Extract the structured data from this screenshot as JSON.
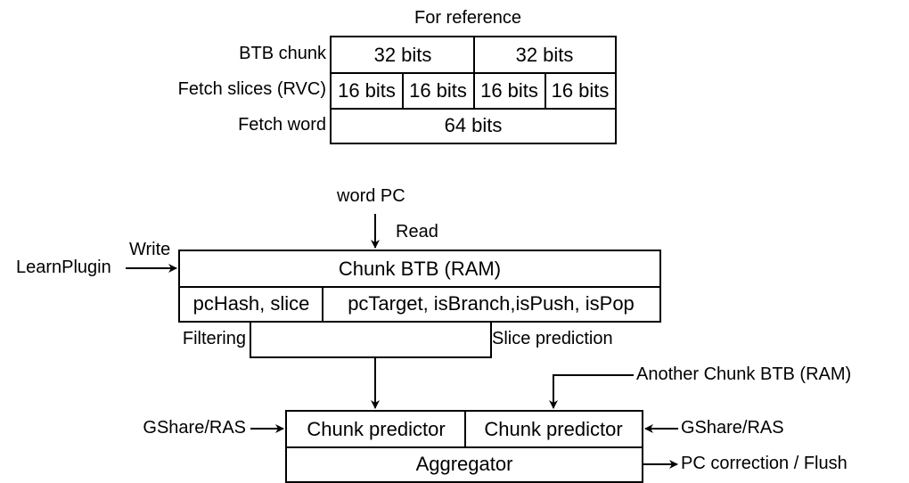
{
  "reference": {
    "title": "For reference",
    "rows": [
      {
        "label": "BTB chunk",
        "cells": [
          "32 bits",
          "32 bits"
        ]
      },
      {
        "label": "Fetch slices (RVC)",
        "cells": [
          "16 bits",
          "16 bits",
          "16 bits",
          "16 bits"
        ]
      },
      {
        "label": "Fetch word",
        "cells": [
          "64 bits"
        ]
      }
    ]
  },
  "btb": {
    "input_label": "word PC",
    "read_label": "Read",
    "write_label": "Write",
    "writer": "LearnPlugin",
    "title": "Chunk BTB (RAM)",
    "field_key": "pcHash, slice",
    "field_value": "pcTarget, isBranch,isPush, isPop",
    "filter_left_label": "Filtering",
    "filter_right_label": "Slice prediction"
  },
  "aggregation": {
    "other_btb": "Another Chunk BTB (RAM)",
    "left_input": "GShare/RAS",
    "right_input": "GShare/RAS",
    "predictor_left": "Chunk predictor",
    "predictor_right": "Chunk predictor",
    "aggregator": "Aggregator",
    "output": "PC correction / Flush"
  }
}
